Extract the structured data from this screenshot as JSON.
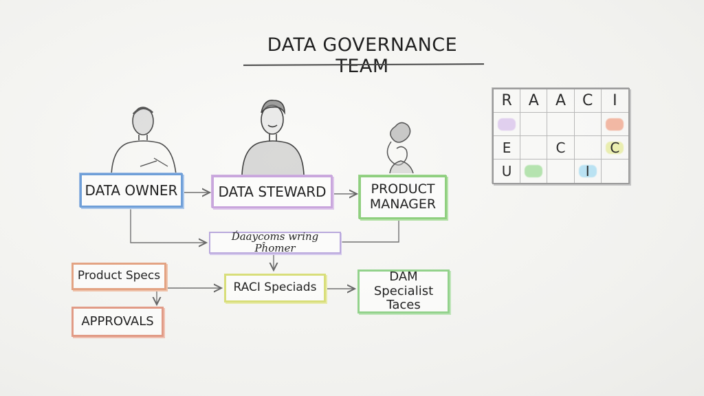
{
  "title": "DATA GOVERNANCE TEAM",
  "nodes": {
    "data_owner": "DATA OWNER",
    "data_steward": "DATA STEWARD",
    "product_manager": [
      "PRODUCT",
      "MANAGER"
    ],
    "middle_box": "D́aaycoms wring Pĥomer",
    "product_specs": "Product Specs",
    "raci_specials": "RACI Speciads",
    "dam_specialist": [
      "DAM Specialist",
      "Taces"
    ],
    "approvals": "APPROVALS"
  },
  "people_icons": [
    "person-icon",
    "person-icon",
    "person-icon"
  ],
  "raci_matrix": {
    "rows": [
      [
        {
          "t": "R"
        },
        {
          "t": "A"
        },
        {
          "t": "A"
        },
        {
          "t": "C"
        },
        {
          "t": "I"
        }
      ],
      [
        {
          "t": "",
          "c": "#d9c2ec"
        },
        {
          "t": ""
        },
        {
          "t": ""
        },
        {
          "t": ""
        },
        {
          "t": "",
          "c": "#f1a48a"
        }
      ],
      [
        {
          "t": "E"
        },
        {
          "t": ""
        },
        {
          "t": "C"
        },
        {
          "t": ""
        },
        {
          "t": "C",
          "c": "#e6eb9a"
        }
      ],
      [
        {
          "t": "U"
        },
        {
          "t": "",
          "c": "#9fdc98"
        },
        {
          "t": ""
        },
        {
          "t": "I",
          "c": "#a6dcf2"
        },
        {
          "t": ""
        }
      ]
    ]
  },
  "colors": {
    "owner": "#6f9fd8",
    "steward": "#c9a6dd",
    "product": "#8fcf7f",
    "specs": "#e3a383",
    "raci": "#d8de7a",
    "dam": "#93d28c",
    "approvals": "#e19b86"
  }
}
